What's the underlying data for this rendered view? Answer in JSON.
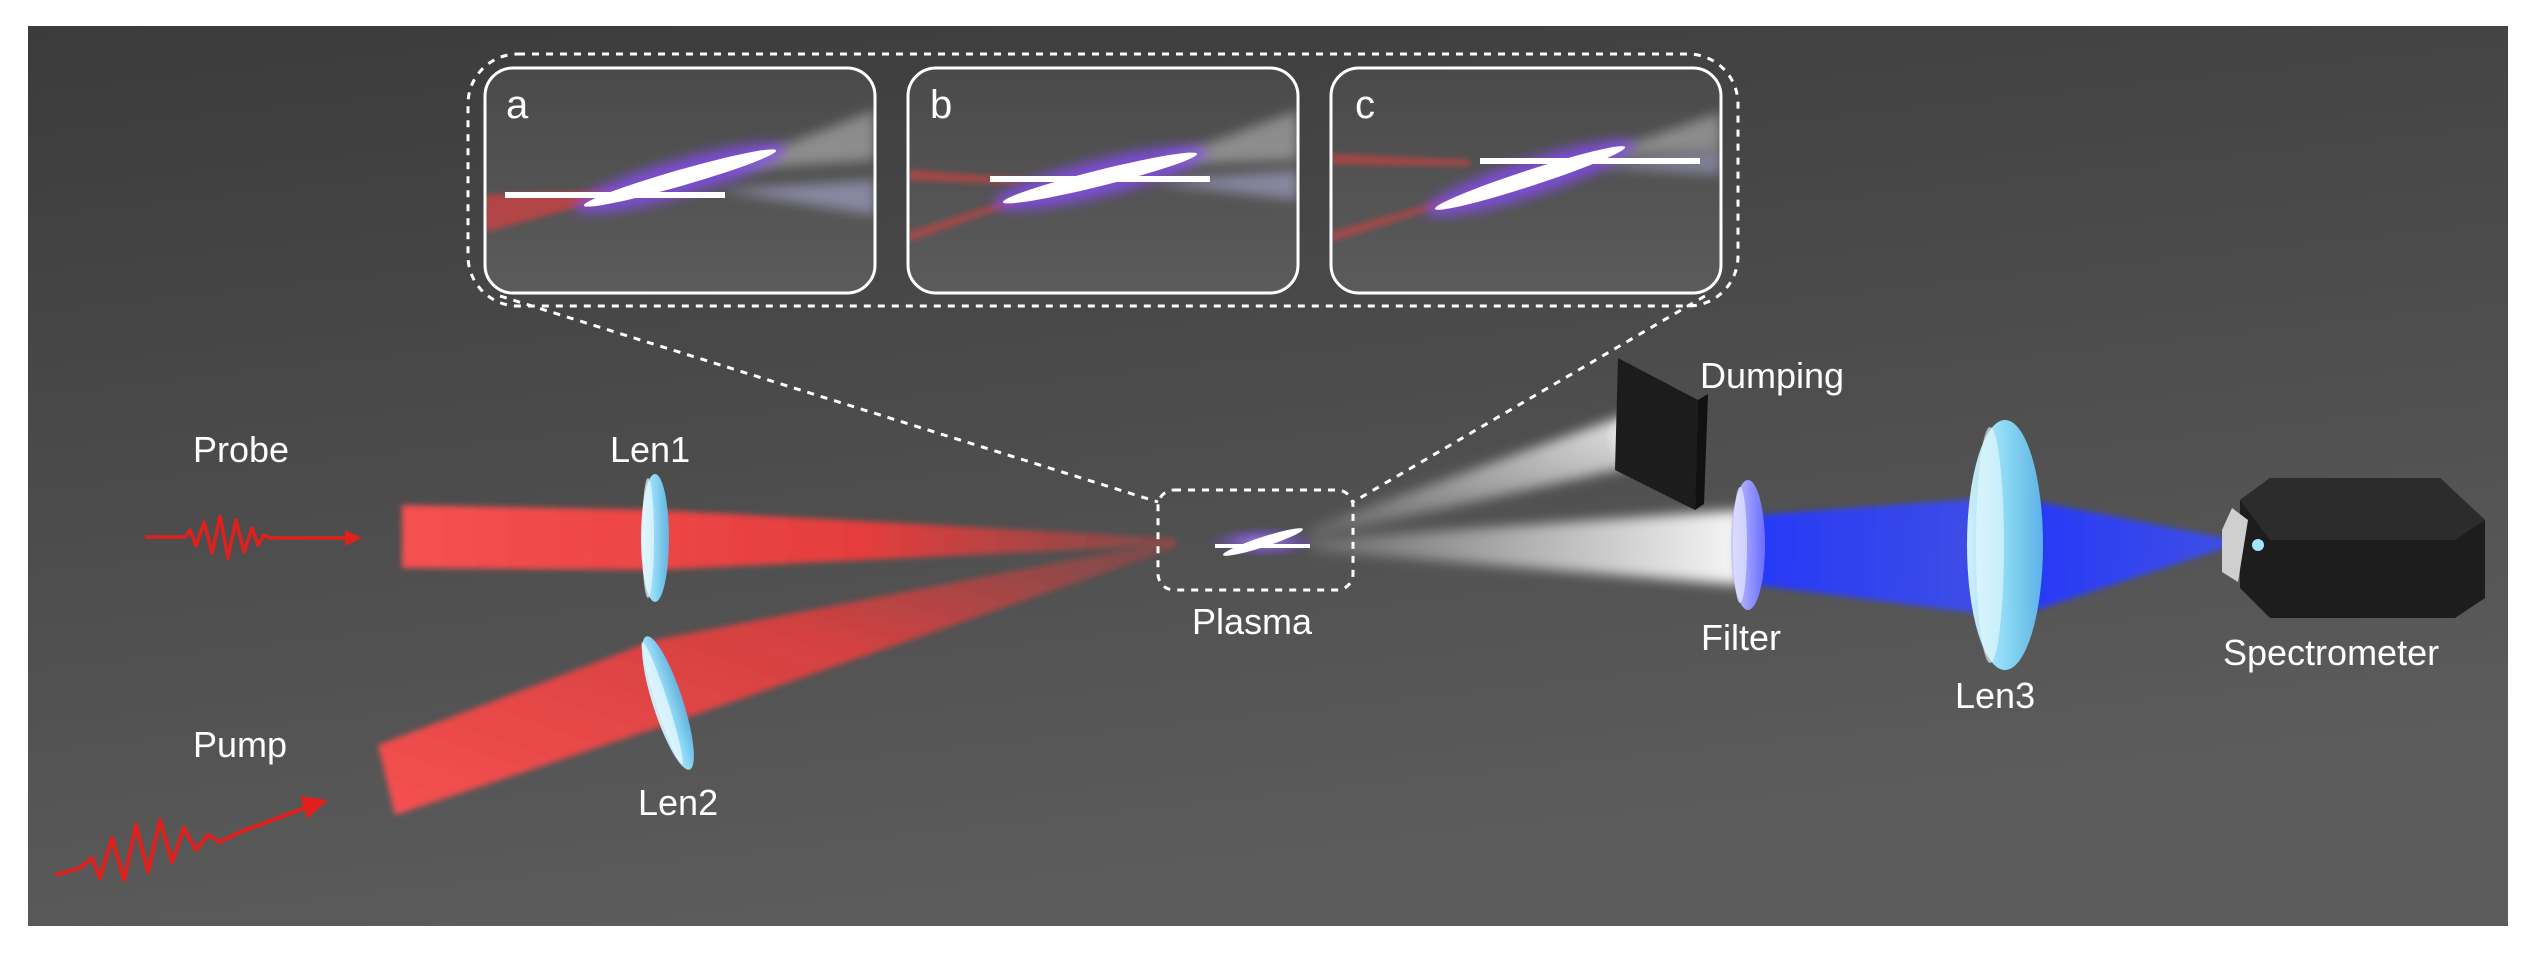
{
  "labels": {
    "probe": "Probe",
    "pump": "Pump",
    "len1": "Len1",
    "len2": "Len2",
    "plasma": "Plasma",
    "dumping": "Dumping",
    "filter": "Filter",
    "len3": "Len3",
    "spectrometer": "Spectrometer"
  },
  "insets": [
    {
      "label": "a"
    },
    {
      "label": "b"
    },
    {
      "label": "c"
    }
  ],
  "colors": {
    "background_top": "#3d3d3d",
    "background_bottom": "#5a5a5a",
    "laser_red": "#ff3b3b",
    "pulse_red": "#e0201c",
    "blue_beam": "#2a3cff",
    "plasma_violet": "#8a4bff",
    "lens_cyan": "#9fe6ff",
    "filter_blue": "#8a8cff"
  }
}
